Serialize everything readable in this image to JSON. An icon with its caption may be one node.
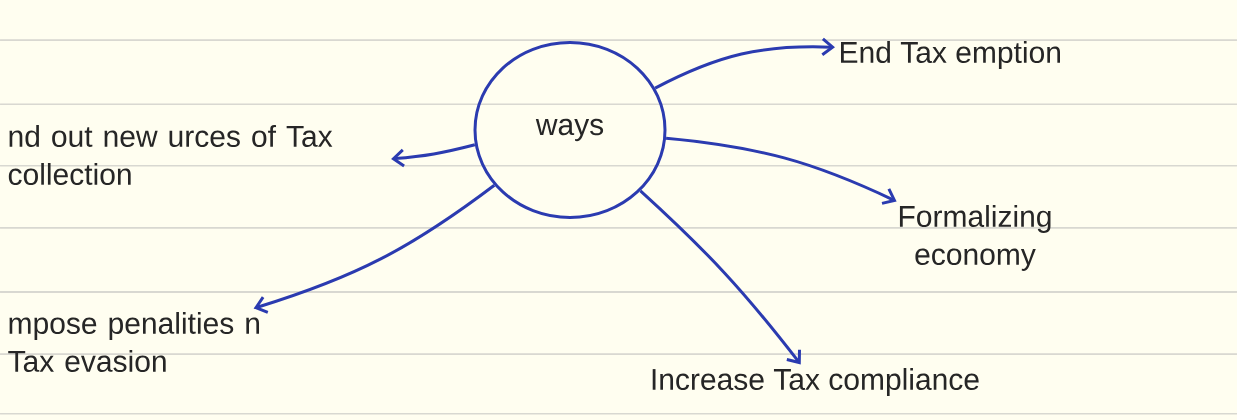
{
  "diagram": {
    "nodes": [
      {
        "text": [
          "ways"
        ]
      },
      {
        "text": [
          "nd out new urces of Tax collection"
        ]
      },
      {
        "text": [
          "End Tax emption"
        ]
      },
      {
        "text": [
          "Formalizing economy"
        ]
      },
      {
        "text": [
          "mpose penalities n Tax evasion"
        ]
      },
      {
        "text": [
          "Increase Tax compliance"
        ]
      }
    ],
    "edges": [
      {
        "from": 0,
        "to": 1,
        "arrow": "to"
      },
      {
        "from": 0,
        "to": 2,
        "arrow": "to"
      },
      {
        "from": 0,
        "to": 3,
        "arrow": "to"
      },
      {
        "from": 0,
        "to": 4,
        "arrow": "to"
      },
      {
        "from": 0,
        "to": 5,
        "arrow": "to"
      }
    ]
  }
}
